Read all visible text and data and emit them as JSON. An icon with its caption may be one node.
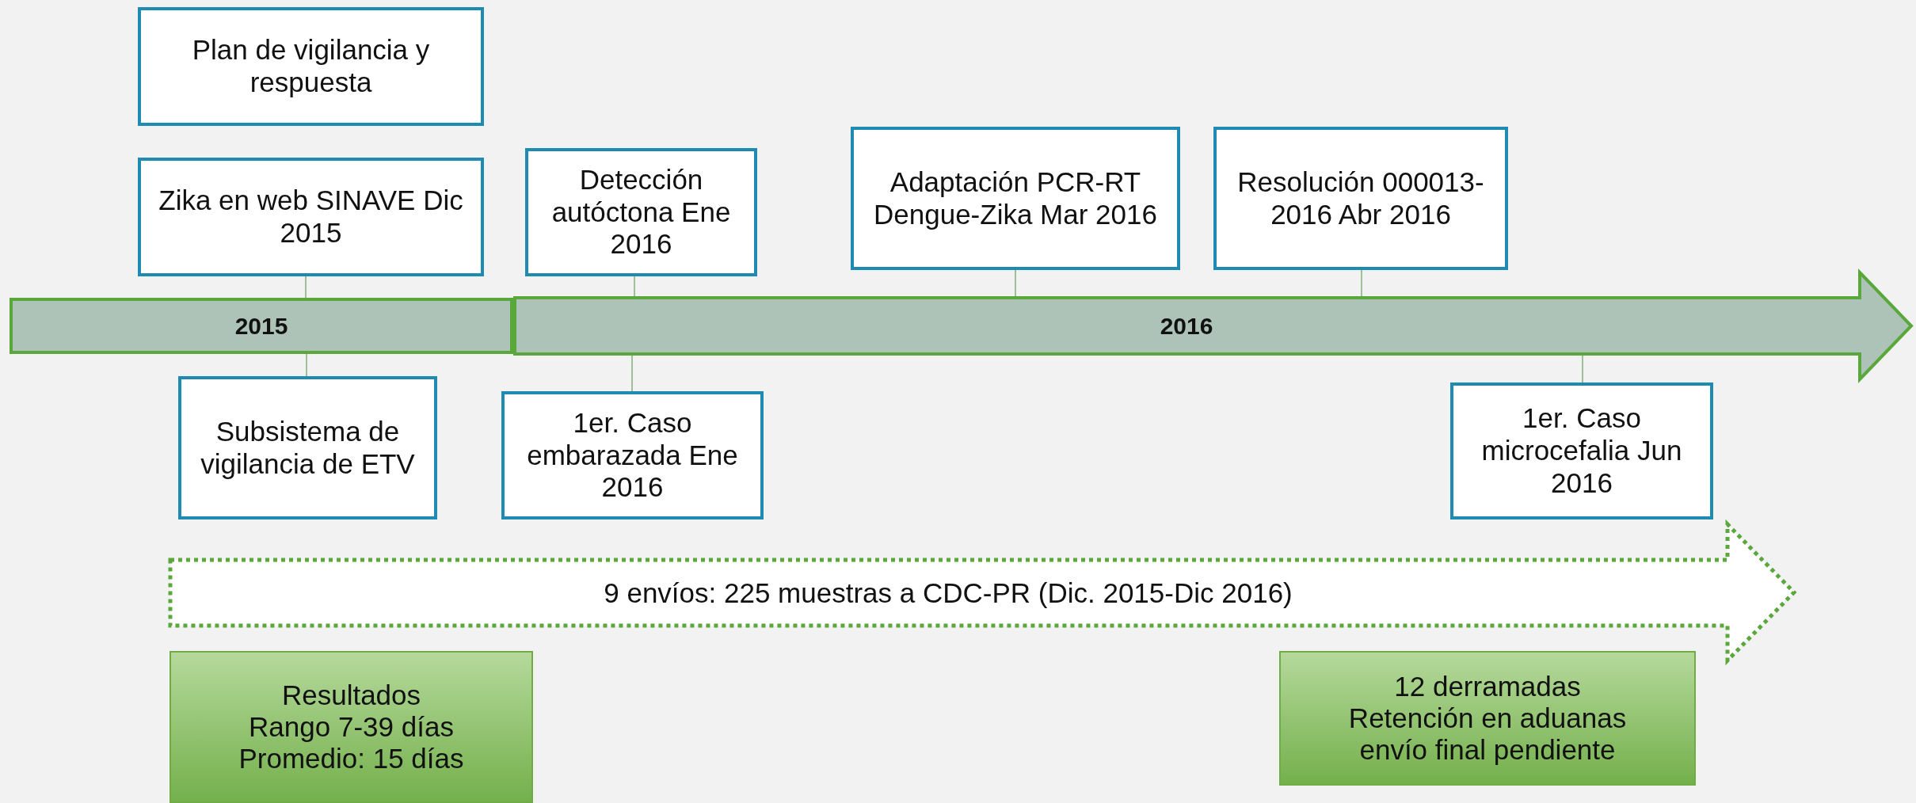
{
  "diagram": {
    "nodes": [
      {
        "text": [
          "Plan de vigilancia y respuesta"
        ]
      },
      {
        "text": [
          "Zika en web SINAVE Dic 2015"
        ]
      },
      {
        "text": [
          "Detección autóctona Ene 2016"
        ]
      },
      {
        "text": [
          "Adaptación PCR-RT Dengue-Zika Mar 2016"
        ]
      },
      {
        "text": [
          "Resolución 000013-2016 Abr 2016"
        ]
      },
      {
        "text": [
          "2015"
        ]
      },
      {
        "text": [
          "2016"
        ]
      },
      {
        "text": [
          "Subsistema de vigilancia de ETV"
        ]
      },
      {
        "text": [
          "1er. Caso embarazada Ene 2016"
        ]
      },
      {
        "text": [
          "1er. Caso microcefalia Jun 2016"
        ]
      },
      {
        "text": [
          "9 envíos: 225 muestras a CDC-PR (Dic. 2015-Dic 2016)"
        ]
      },
      {
        "text": [
          "Resultados",
          "Rango 7-39 días",
          "Promedio: 15 días"
        ]
      },
      {
        "text": [
          "12 derramadas",
          "Retención en aduanas",
          "envío final pendiente"
        ]
      }
    ],
    "edges": [
      {
        "from": 1,
        "to": 5,
        "arrow": "none"
      },
      {
        "from": 2,
        "to": 6,
        "arrow": "none"
      },
      {
        "from": 3,
        "to": 6,
        "arrow": "none"
      },
      {
        "from": 4,
        "to": 6,
        "arrow": "none"
      },
      {
        "from": 5,
        "to": 7,
        "arrow": "none"
      },
      {
        "from": 6,
        "to": 8,
        "arrow": "none"
      },
      {
        "from": 6,
        "to": 9,
        "arrow": "none"
      }
    ]
  }
}
